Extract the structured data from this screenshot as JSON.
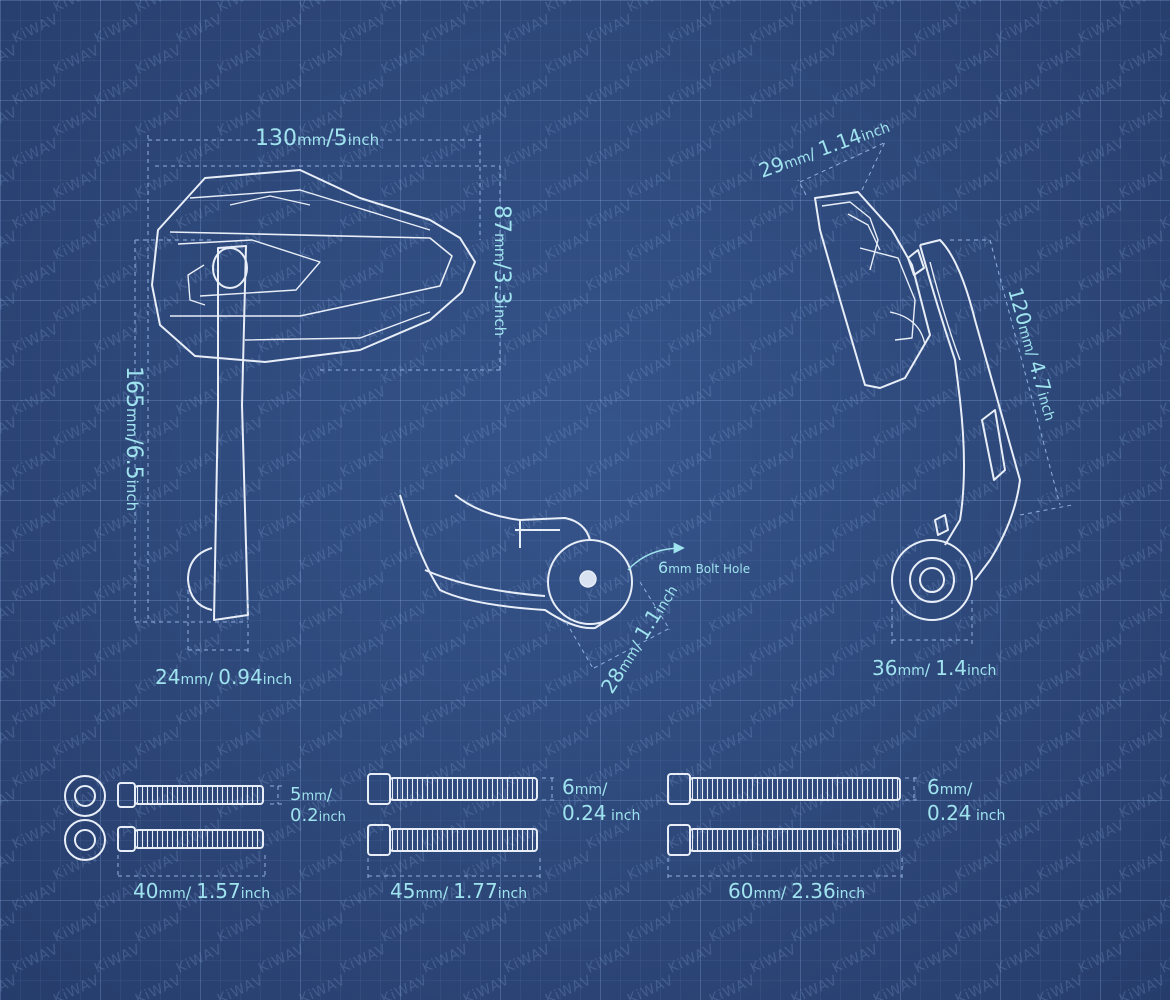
{
  "watermark": "KiWAV",
  "colors": {
    "background": "#2f4a7c",
    "line": "#e8eef8",
    "dimension_text": "#9fe3ee",
    "dash": "#8fb0de"
  },
  "front_view": {
    "width": {
      "mm": "130",
      "u1": "mm",
      "sep": "/",
      "in": "5",
      "u2": "inch"
    },
    "height_head": {
      "mm": "87",
      "u1": "mm",
      "sep": "/",
      "in": "3.3",
      "u2": "inch"
    },
    "height_total": {
      "mm": "165",
      "u1": "mm",
      "sep": "/",
      "in": "6.5",
      "u2": "inch"
    },
    "base_width": {
      "mm": "24",
      "u1": "mm",
      "sep": "/ ",
      "in": "0.94",
      "u2": "inch"
    }
  },
  "clamp_view": {
    "bolt_hole": {
      "value": "6",
      "unit": "mm",
      "label": "Bolt Hole"
    },
    "clamp_diameter": {
      "mm": "28",
      "u1": "mm",
      "sep": "/ ",
      "in": "1.1",
      "u2": "inch"
    }
  },
  "side_view": {
    "head_depth": {
      "mm": "29",
      "u1": "mm",
      "sep": "/ ",
      "in": "1.14",
      "u2": "inch"
    },
    "arm_length": {
      "mm": "120",
      "u1": "mm",
      "sep": "/ ",
      "in": "4.7",
      "u2": "inch"
    },
    "clamp_width": {
      "mm": "36",
      "u1": "mm",
      "sep": "/ ",
      "in": "1.4",
      "u2": "inch"
    }
  },
  "bolts": [
    {
      "length": {
        "mm": "40",
        "u1": "mm",
        "sep": "/ ",
        "in": "1.57",
        "u2": "inch"
      },
      "diameter": {
        "mm": "5",
        "u1": "mm",
        "sep": "/",
        "in": "0.2",
        "u2": "inch"
      }
    },
    {
      "length": {
        "mm": "45",
        "u1": "mm",
        "sep": "/ ",
        "in": "1.77",
        "u2": "inch"
      },
      "diameter": {
        "mm": "6",
        "u1": "mm",
        "sep": "/",
        "in": "0.24",
        "u2": " inch"
      }
    },
    {
      "length": {
        "mm": "60",
        "u1": "mm",
        "sep": "/ ",
        "in": "2.36",
        "u2": "inch"
      },
      "diameter": {
        "mm": "6",
        "u1": "mm",
        "sep": "/",
        "in": "0.24",
        "u2": " inch"
      }
    }
  ]
}
